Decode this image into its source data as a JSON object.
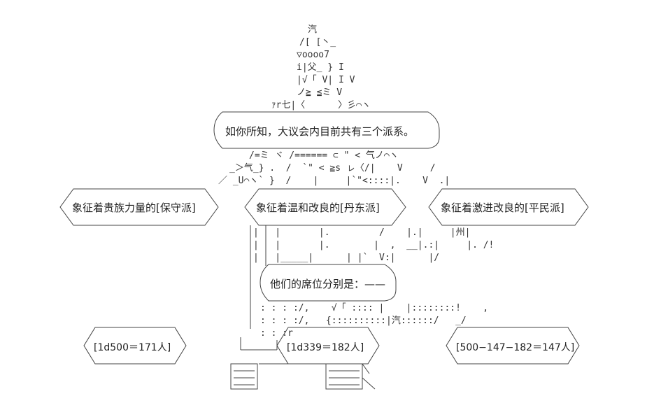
{
  "speech_top": "如你所知，大议会内目前共有三个派系。",
  "speech_middle": "他们的席位分别是：——",
  "factions": {
    "left": "象征着贵族力量的[保守派]",
    "center": "象征着温和改良的[丹东派]",
    "right": "象征着激进改良的[平民派]"
  },
  "seats": {
    "left": "[1d500＝171人]",
    "center": "[1d339＝182人]",
    "right": "[500−147−182＝147人]"
  },
  "art": {
    "line1": "汽",
    "line2": "/[ [丶_",
    "line3": "▽oooo7",
    "line4": "i|父_ } I",
    "line5": "|√「 V| I V",
    "line6": "ノ≧ ≦ミ V",
    "line7": "ｧr七|〈      〉彡⌒ヽ",
    "line8": "/=ミ ヾ /====== ⊂ \" < 气ノ⌒ヽ",
    "line9": "_＞气_} .  /  `\" < ≧s ㇾ〈/|    V     /",
    "line10": "／ _U⌒ヽ` }  /    |     |`\"<::::|.    V  .|",
    "line11": "|   |       |.         /    |.|     |州|",
    "line12": "|   |       |.        |  ,  __|.:|     |. /!",
    "line13": "|   |_____|      | |`  V:|      |/",
    "line14": ": : : :/,    √「 :::: |    |::::::::!    ,",
    "line15": ": : : :/,   {::::::::::|汽::::::/   _/",
    "line16": ": : :r"
  }
}
